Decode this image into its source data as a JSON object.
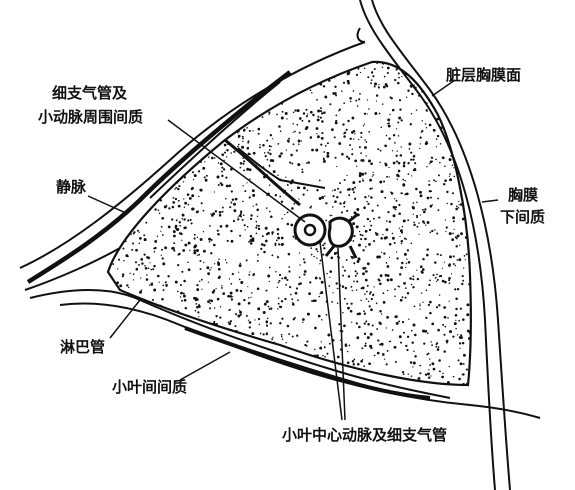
{
  "labels": {
    "bronchiole_line1": "细支气管及",
    "bronchiole_line2": "小动脉周围间质",
    "vein": "静脉",
    "lymph": "淋巴管",
    "interlobular": "小叶间间质",
    "visceral_line1": "脏层胸膜面",
    "subpleural_line1": "胸膜",
    "subpleural_line2": "下间质",
    "central": "小叶中心动脉及细支气管"
  },
  "colors": {
    "ink": "#111111",
    "paper": "#ffffff"
  }
}
